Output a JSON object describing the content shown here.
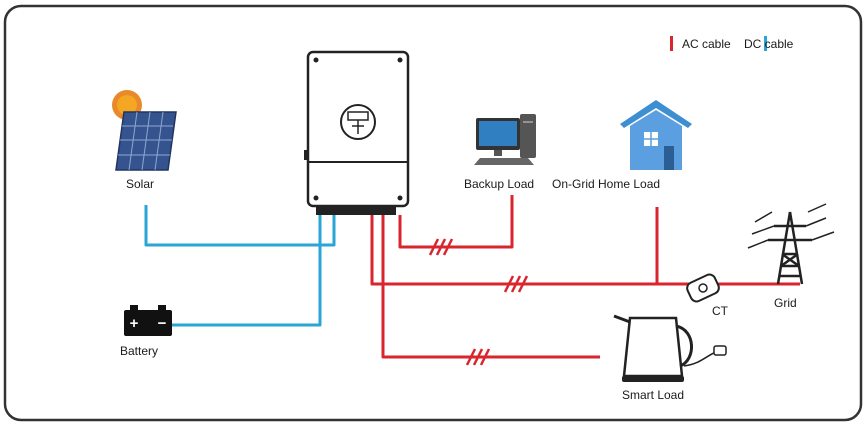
{
  "legend": {
    "ac_label": "AC cable",
    "dc_label": "DC cable",
    "ac_color": "#d9262e",
    "dc_color": "#2aa6d6"
  },
  "nodes": {
    "solar": {
      "label": "Solar",
      "icon": "solar-panel-icon"
    },
    "battery": {
      "label": "Battery",
      "icon": "battery-icon"
    },
    "inverter": {
      "icon": "inverter-icon"
    },
    "backup_load": {
      "label": "Backup Load",
      "icon": "computer-icon"
    },
    "home_load": {
      "label": "On-Grid Home Load",
      "icon": "house-icon"
    },
    "ct": {
      "label": "CT",
      "icon": "ct-clamp-icon"
    },
    "grid": {
      "label": "Grid",
      "icon": "power-tower-icon"
    },
    "smart_load": {
      "label": "Smart Load",
      "icon": "kettle-icon"
    }
  },
  "colors": {
    "frame": "#333333",
    "ac": "#d9262e",
    "dc": "#2aa6d6",
    "house_roof": "#3d8fd1",
    "house_wall": "#5b9fe0"
  }
}
